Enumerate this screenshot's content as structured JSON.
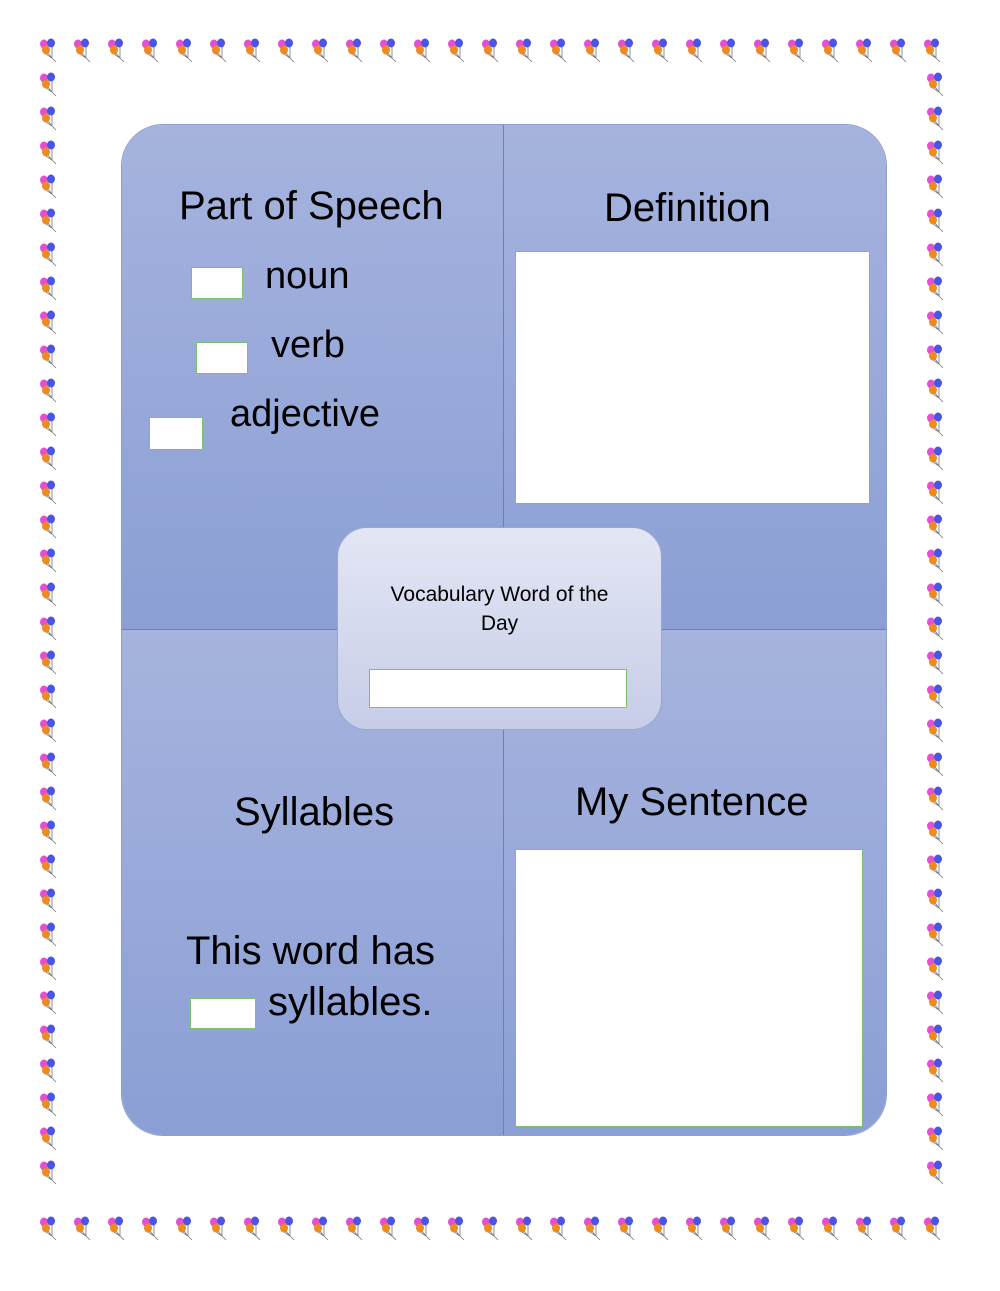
{
  "worksheet": {
    "center_title": "Vocabulary Word of the Day",
    "part_of_speech": {
      "heading": "Part of Speech",
      "options": [
        "noun",
        "verb",
        "adjective"
      ]
    },
    "definition": {
      "heading": "Definition"
    },
    "syllables": {
      "heading": "Syllables",
      "line1": "This word has",
      "line2": "syllables."
    },
    "sentence": {
      "heading": "My Sentence"
    }
  },
  "colors": {
    "panel": "#98a8da",
    "center_panel": "#d4d9ef",
    "answer_box_border": "#7cc06a",
    "balloon_pink": "#e34fd0",
    "balloon_blue": "#4a55e6",
    "balloon_orange": "#f08a1c"
  },
  "border": {
    "decoration": "balloon-border"
  }
}
